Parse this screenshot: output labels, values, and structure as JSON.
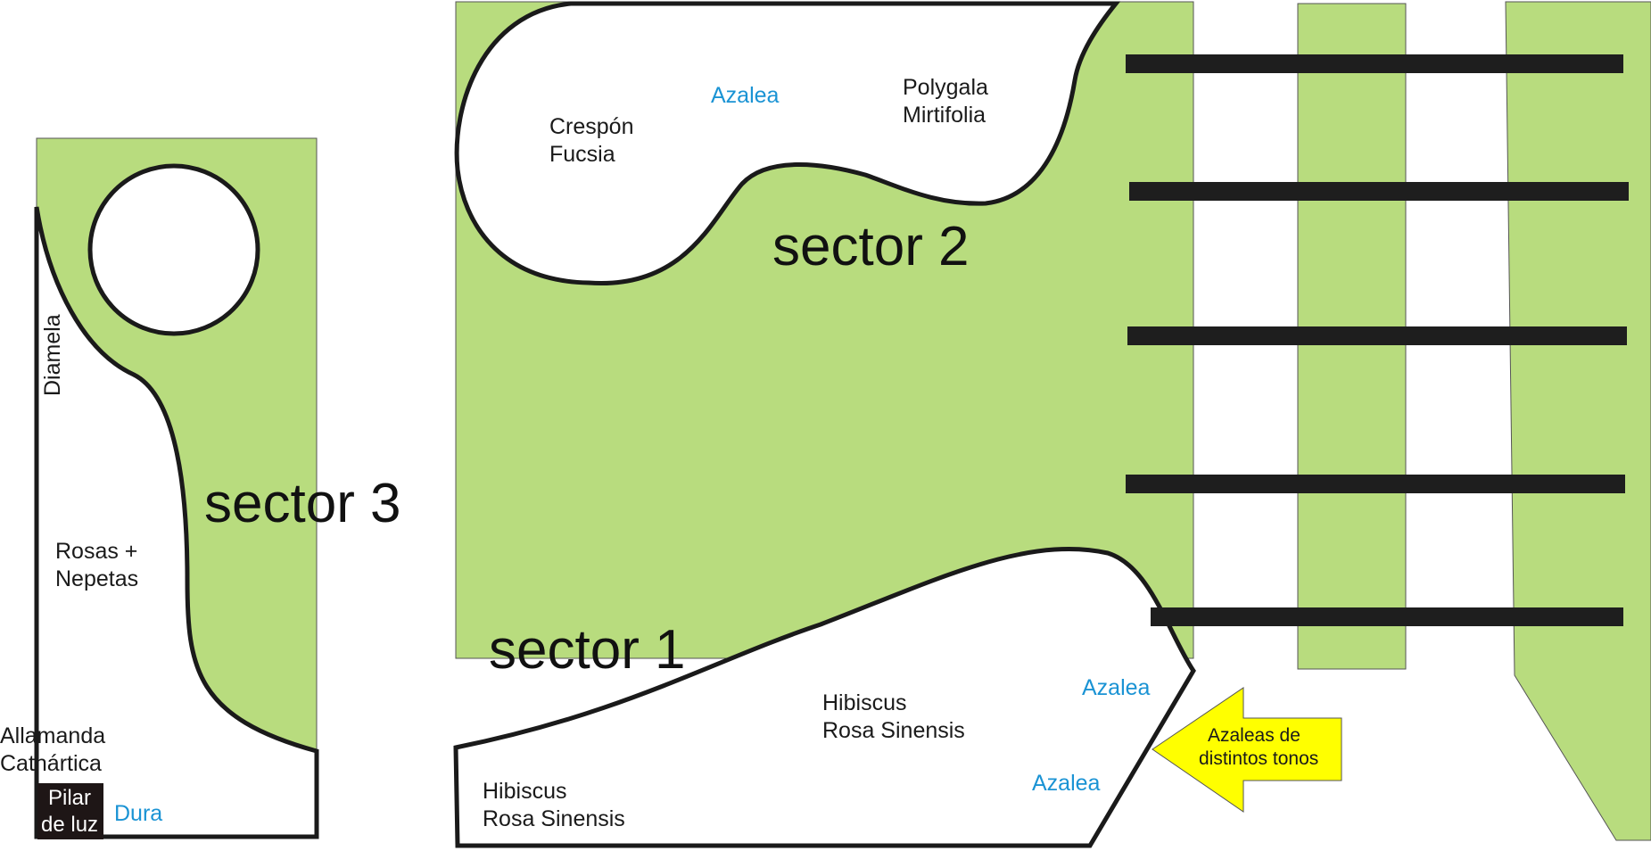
{
  "colors": {
    "lawn": "#b8dc7e",
    "outline": "#1a1a1a",
    "plant_label": "#1a1a1a",
    "highlight_label": "#1a93d4",
    "arrow_fill": "#ffff00",
    "pillar": "#1e1616"
  },
  "sectors": {
    "sector1": "sector 1",
    "sector2": "sector 2",
    "sector3": "sector 3"
  },
  "labels": {
    "crespon": [
      "Crespón",
      "Fucsia"
    ],
    "azalea_top": "Azalea",
    "polygala": [
      "Polygala",
      "Mirtifolia"
    ],
    "diamela": "Diamela",
    "rosas": [
      "Rosas +",
      "Nepetas"
    ],
    "allamanda": [
      "Allamanda",
      "Cathártica"
    ],
    "pilar": [
      "Pilar",
      "de luz"
    ],
    "dura": "Dura",
    "hibiscus_center": [
      "Hibiscus",
      "Rosa Sinensis"
    ],
    "hibiscus_left": [
      "Hibiscus",
      "Rosa Sinensis"
    ],
    "azalea_right_upper": "Azalea",
    "azalea_right_lower": "Azalea",
    "arrow_note": [
      "Azaleas de",
      "distintos tonos"
    ]
  }
}
